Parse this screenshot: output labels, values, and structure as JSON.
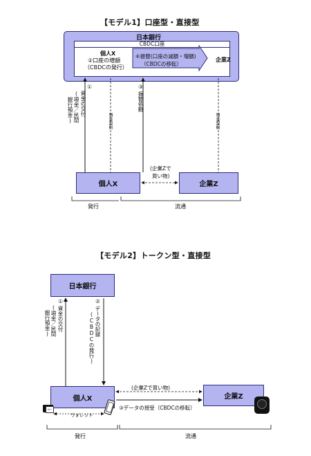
{
  "model1": {
    "title": "【モデル1】口座型・直接型",
    "boj": "日本銀行",
    "cbdc_account": "CBDC口座",
    "kojin_x_in": "個人X",
    "increase_1": "②口座の増額",
    "increase_2": "（CBDCの発行）",
    "transfer_1": "④振替(口座の減額・増額)",
    "transfer_2": "（CBDCの移転）",
    "kigyo_z_in": "企業Z",
    "cash_num": "①",
    "cash_a": "資金の交付",
    "cash_b": "(現金／民間",
    "cash_c": "銀行預金)",
    "deposit_contract_x": "預金契約",
    "step3_num": "③",
    "step3_text": "振替依頼",
    "deposit_contract_z": "預金契約",
    "kojin_x": "個人X",
    "kigyo_z": "企業Z",
    "purchase_1": "(企業Zで",
    "purchase_2": "買い物)",
    "issue": "発行",
    "circulation": "流通"
  },
  "model2": {
    "title": "【モデル2】トークン型・直接型",
    "boj": "日本銀行",
    "cash_num": "①",
    "cash_a": "資金の交付",
    "cash_b": "(現金／民間",
    "cash_c": "銀行預金)",
    "data_num": "②",
    "data_a": "データの記録",
    "data_b": "(CBDCの発行)",
    "kojin_x": "個人X",
    "kigyo_z": "企業Z",
    "purchase": "(企業Zで買い物)",
    "transfer": "③データの授受（CBDCの移転）",
    "wallet": "ウォレット",
    "card_label": "カード",
    "issue": "発行",
    "circulation": "流通"
  }
}
